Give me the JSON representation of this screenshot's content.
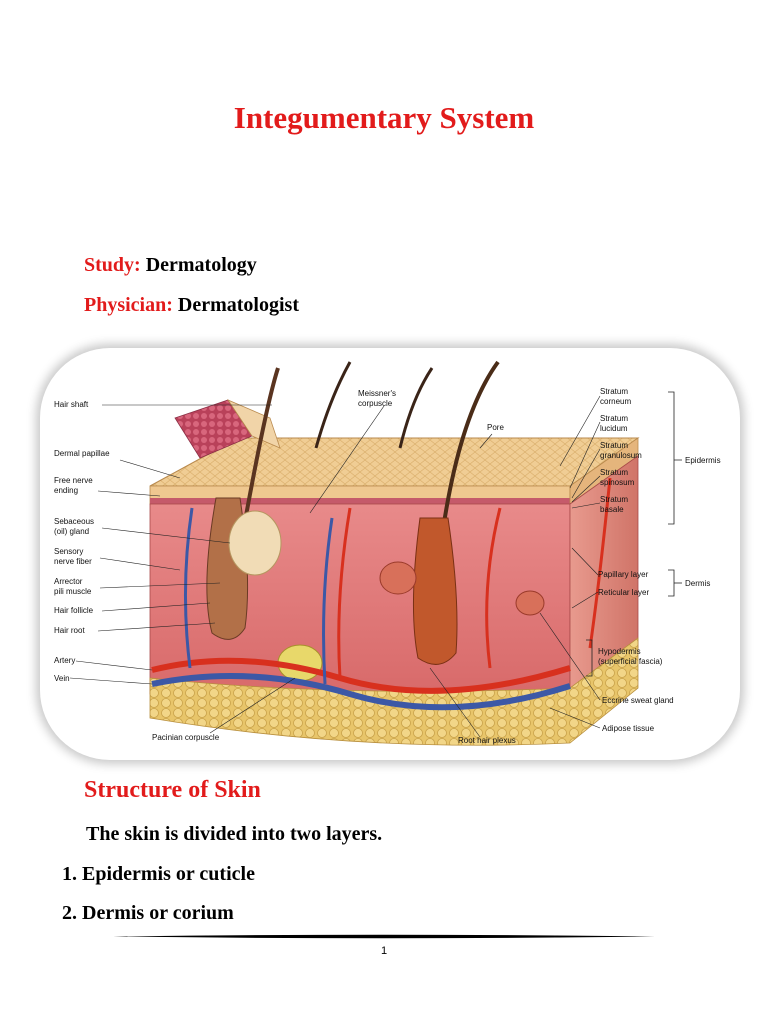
{
  "title": "Integumentary System",
  "study": {
    "label": "Study:",
    "value": "Dermatology"
  },
  "physician": {
    "label": "Physician:",
    "value": "Dermatologist"
  },
  "figure": {
    "labels": {
      "hair_shaft": "Hair shaft",
      "meissners_corpuscle_1": "Meissner's",
      "meissners_corpuscle_2": "corpuscle",
      "pore": "Pore",
      "stratum_corneum_1": "Stratum",
      "stratum_corneum_2": "corneum",
      "stratum_lucidum_1": "Stratum",
      "stratum_lucidum_2": "lucidum",
      "stratum_granulosum_1": "Stratum",
      "stratum_granulosum_2": "granulosum",
      "stratum_spinosum_1": "Stratum",
      "stratum_spinosum_2": "spinosum",
      "stratum_basale_1": "Stratum",
      "stratum_basale_2": "basale",
      "epidermis": "Epidermis",
      "dermal_papillae": "Dermal papillae",
      "free_nerve_ending_1": "Free nerve",
      "free_nerve_ending_2": "ending",
      "sebaceous_gland_1": "Sebaceous",
      "sebaceous_gland_2": "(oil) gland",
      "sensory_nerve_fiber_1": "Sensory",
      "sensory_nerve_fiber_2": "nerve fiber",
      "arrector_pili_1": "Arrector",
      "arrector_pili_2": "pili muscle",
      "hair_follicle": "Hair follicle",
      "hair_root": "Hair root",
      "artery": "Artery",
      "vein": "Vein",
      "papillary_layer": "Papillary layer",
      "reticular_layer": "Reticular layer",
      "dermis": "Dermis",
      "hypodermis_1": "Hypodermis",
      "hypodermis_2": "(superficial fascia)",
      "eccrine_sweat_gland": "Eccrine sweat gland",
      "adipose_tissue": "Adipose tissue",
      "pacinian_corpuscle": "Pacinian corpuscle",
      "root_hair_plexus": "Root hair plexus"
    }
  },
  "heading": "Structure of Skin",
  "intro": "The skin is divided into two layers.",
  "list": [
    "1. Epidermis or cuticle",
    "2. Dermis or corium"
  ],
  "page_number": "1",
  "colors": {
    "accent_red": "#e21b1b"
  }
}
